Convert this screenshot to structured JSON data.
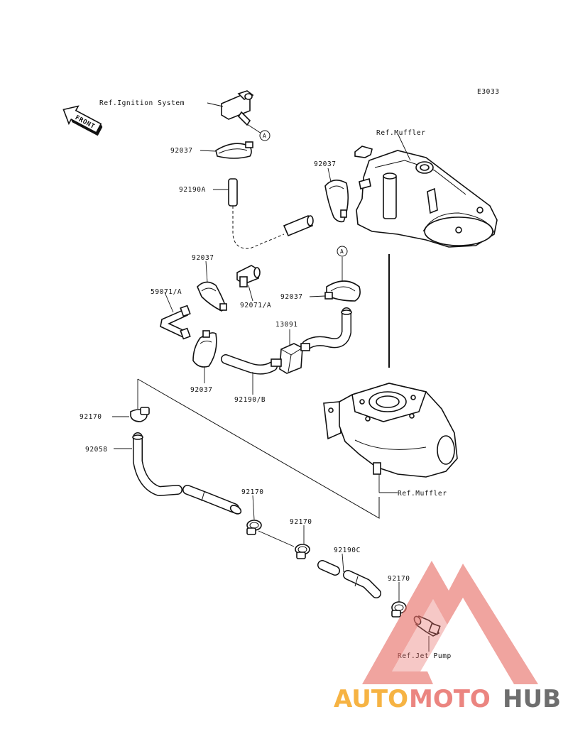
{
  "diagram": {
    "code": "E3033",
    "front_label": "FRONT",
    "callouts": {
      "ref_ignition": "Ref.Ignition System",
      "ref_muffler_top": "Ref.Muffler",
      "ref_muffler_bottom": "Ref.Muffler",
      "ref_jet_pump": "Ref.Jet Pump",
      "p92037_a": "92037",
      "p92037_b": "92037",
      "p92037_c": "92037",
      "p92037_d": "92037",
      "p92037_e": "92037",
      "p92190a": "92190A",
      "p59071a": "59071/A",
      "p92071a": "92071/A",
      "p13091": "13091",
      "p92190b": "92190/B",
      "p92170_a": "92170",
      "p92170_b": "92170",
      "p92170_c": "92170",
      "p92170_d": "92170",
      "p92058": "92058",
      "p92190c": "92190C"
    },
    "markers": {
      "a_top": "A",
      "a_mid": "A"
    }
  },
  "watermark": {
    "part1": "AUTO",
    "part2": "MOTO",
    "part3": "HUB",
    "color_orange": "#F5A623",
    "color_red": "#E8706A",
    "color_gray": "#555555"
  }
}
